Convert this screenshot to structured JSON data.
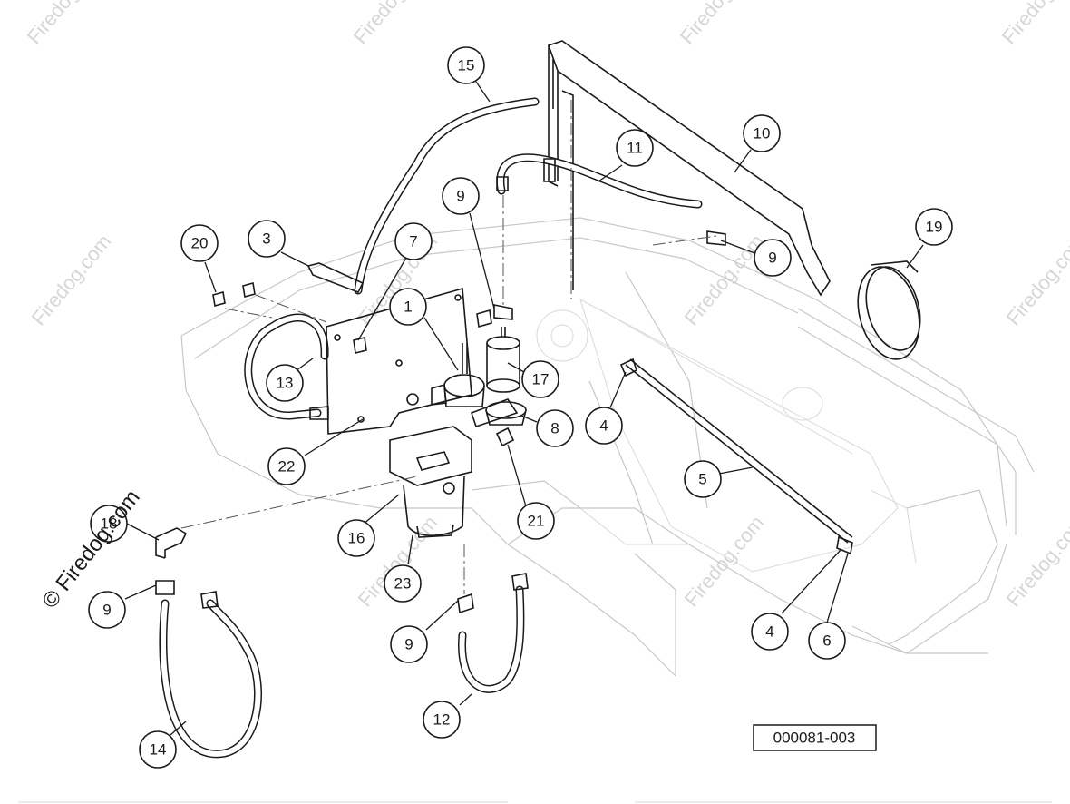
{
  "diagram": {
    "reference_number": "000081-003",
    "watermark": "Firedog.com",
    "watermark_prominent": "© Firedog.com",
    "callouts": [
      {
        "id": "c15",
        "label": "15"
      },
      {
        "id": "c10",
        "label": "10"
      },
      {
        "id": "c11",
        "label": "11"
      },
      {
        "id": "c9a",
        "label": "9"
      },
      {
        "id": "c9b",
        "label": "9"
      },
      {
        "id": "c19",
        "label": "19"
      },
      {
        "id": "c20",
        "label": "20"
      },
      {
        "id": "c3",
        "label": "3"
      },
      {
        "id": "c7",
        "label": "7"
      },
      {
        "id": "c1",
        "label": "1"
      },
      {
        "id": "c17",
        "label": "17"
      },
      {
        "id": "c13",
        "label": "13"
      },
      {
        "id": "c4a",
        "label": "4"
      },
      {
        "id": "c8",
        "label": "8"
      },
      {
        "id": "c22",
        "label": "22"
      },
      {
        "id": "c5",
        "label": "5"
      },
      {
        "id": "c21",
        "label": "21"
      },
      {
        "id": "c18",
        "label": "18"
      },
      {
        "id": "c16",
        "label": "16"
      },
      {
        "id": "c23",
        "label": "23"
      },
      {
        "id": "c9c",
        "label": "9"
      },
      {
        "id": "c9d",
        "label": "9"
      },
      {
        "id": "c4b",
        "label": "4"
      },
      {
        "id": "c6",
        "label": "6"
      },
      {
        "id": "c12",
        "label": "12"
      },
      {
        "id": "c14",
        "label": "14"
      }
    ]
  }
}
